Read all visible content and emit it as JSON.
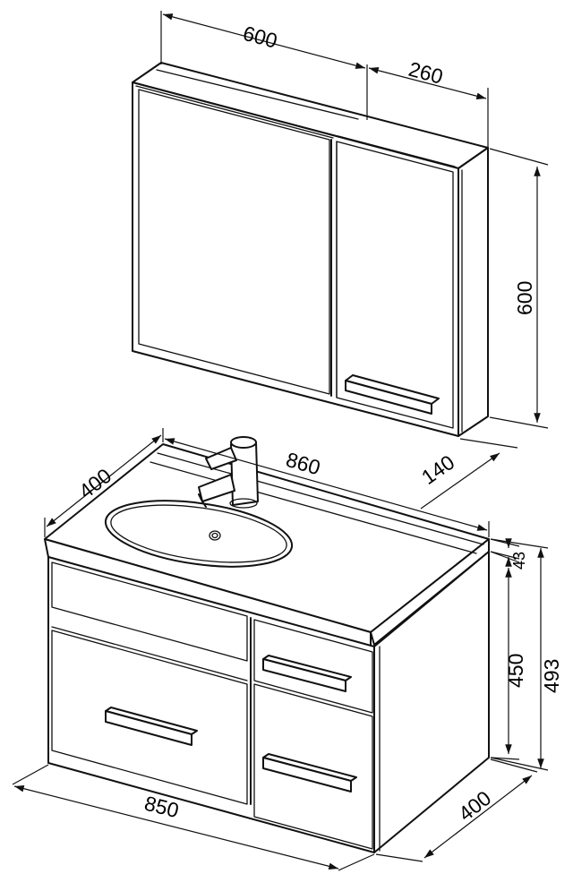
{
  "mirror_cabinet": {
    "width": "600",
    "side_depth": "260",
    "height": "600",
    "depth": "140"
  },
  "vanity": {
    "sink_depth": "400",
    "sink_width": "860",
    "top_thickness": "43",
    "body_height": "450",
    "total_height": "493",
    "body_width": "850",
    "body_depth": "400"
  },
  "colors": {
    "line": "#111111",
    "background": "#ffffff"
  }
}
